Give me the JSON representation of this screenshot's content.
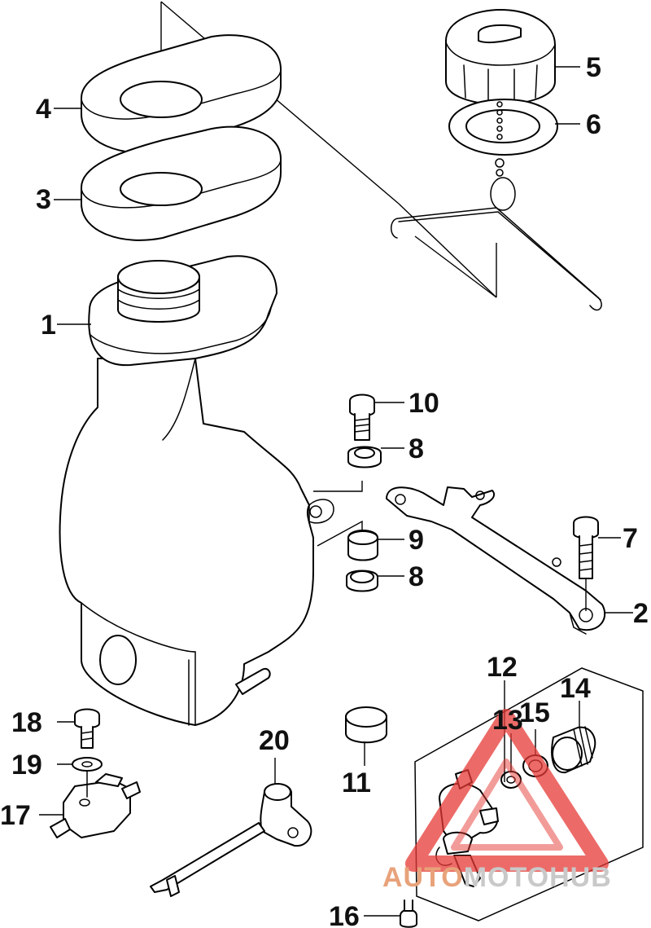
{
  "callouts": [
    "1",
    "2",
    "3",
    "4",
    "5",
    "6",
    "7",
    "8",
    "8",
    "9",
    "10",
    "11",
    "12",
    "13",
    "14",
    "15",
    "16",
    "17",
    "18",
    "19",
    "20"
  ],
  "watermark": {
    "part1": "AUTO",
    "part2": "MOTO",
    "part3": "HUB",
    "color_primary": "#e8a27a",
    "color_secondary": "#c9c9c9",
    "color_triangle": "#e53935"
  }
}
